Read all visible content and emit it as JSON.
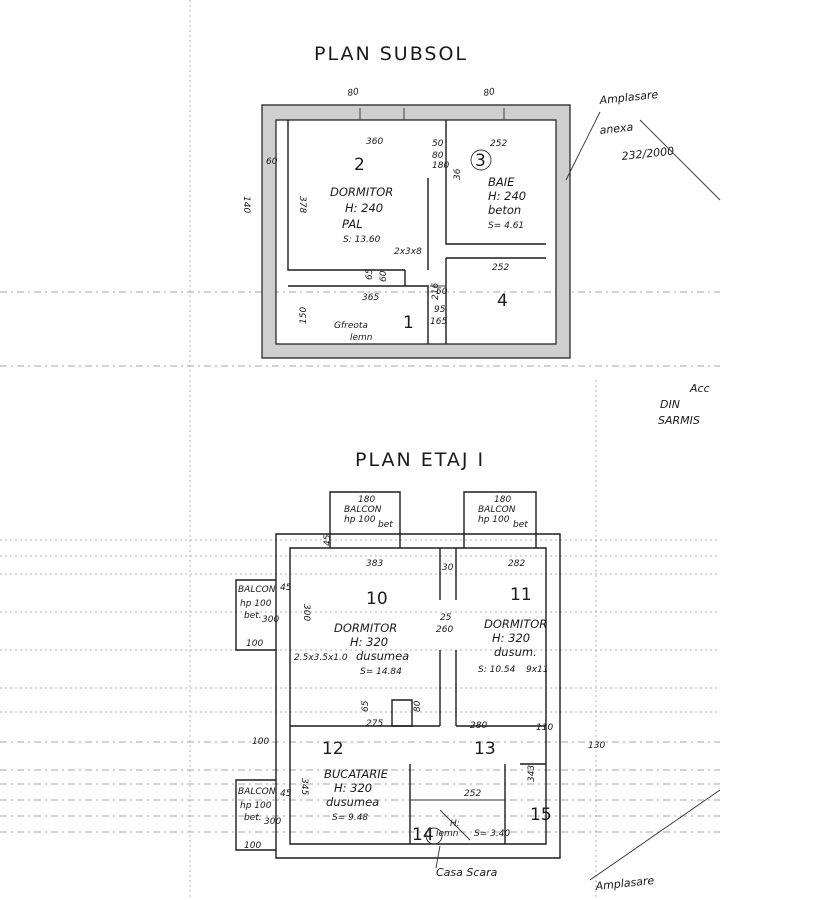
{
  "subsol": {
    "title": "PLAN SUBSOL",
    "rooms": [
      {
        "num": "2",
        "name": "DORMITOR",
        "height": "H: 240",
        "floor": "PAL",
        "area": "S: 13.60"
      },
      {
        "num": "3",
        "name": "BAIE",
        "height": "H: 240",
        "floor": "beton",
        "area": "S= 4.61"
      },
      {
        "num": "4"
      },
      {
        "num": "1",
        "name": "Gfreota",
        "floor": "lemn"
      }
    ],
    "dims": [
      "360",
      "80",
      "252",
      "80",
      "180",
      "50",
      "80",
      "60",
      "140",
      "378",
      "36",
      "2x3x8",
      "252",
      "65",
      "60",
      "50",
      "365",
      "216",
      "150",
      "95",
      "165"
    ],
    "notes": [
      "Amplasare",
      "anexa",
      "232/2000",
      "Acc",
      "DIN",
      "SARMIS"
    ]
  },
  "etaj": {
    "title": "PLAN ETAJ I",
    "rooms": [
      {
        "num": "10",
        "name": "DORMITOR",
        "height": "H: 320",
        "floor": "dusumea",
        "area": "S= 14.84",
        "extra": "2.5x3.5x1.0"
      },
      {
        "num": "11",
        "name": "DORMITOR",
        "height": "H: 320",
        "floor": "dusum.",
        "area": "S: 10.54",
        "extra": "9x11"
      },
      {
        "num": "12",
        "name": "BUCATARIE",
        "height": "H: 320",
        "floor": "dusumea",
        "area": "S= 9.48"
      },
      {
        "num": "13"
      },
      {
        "num": "14",
        "name": "H:",
        "floor": "lemn",
        "area": "S= 3.40"
      },
      {
        "num": "15"
      }
    ],
    "balcon_left_top": {
      "label": "BALCON",
      "line1": "hp 100",
      "line2": "bet.",
      "dim": "300"
    },
    "balcon_left_bottom": {
      "label": "BALCON",
      "line1": "hp 100",
      "line2": "bet.",
      "dim": "300"
    },
    "balcon_top1": {
      "dim": "180",
      "label": "BALCON",
      "line1": "hp 100",
      "line2": "bet"
    },
    "balcon_top2": {
      "dim": "180",
      "label": "BALCON",
      "line1": "hp 100",
      "line2": "bet"
    },
    "dims": [
      "383",
      "282",
      "30",
      "275",
      "280",
      "110",
      "100",
      "130",
      "345",
      "343",
      "252",
      "45",
      "45",
      "100",
      "300",
      "100",
      "260",
      "25",
      "80",
      "65",
      "45"
    ],
    "casa_scara": "Casa Scara",
    "bottom_note": "Amplasare"
  }
}
